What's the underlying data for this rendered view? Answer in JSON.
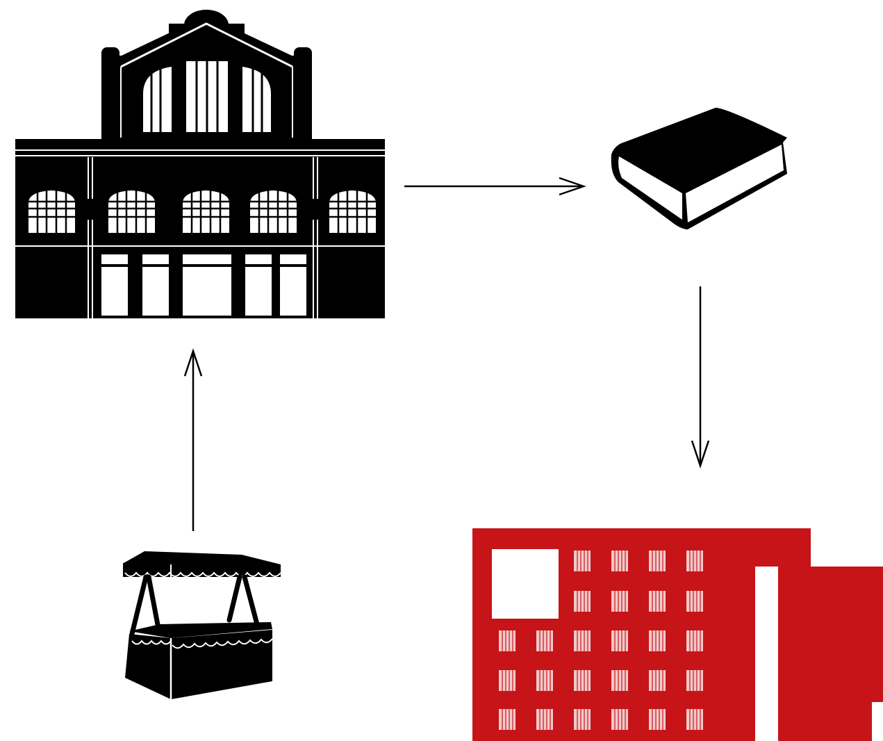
{
  "diagram": {
    "nodes": [
      {
        "id": "market-hall",
        "icon": "market-hall-building-icon"
      },
      {
        "id": "book",
        "icon": "book-icon"
      },
      {
        "id": "office-building",
        "icon": "red-office-building-icon"
      },
      {
        "id": "market-stall",
        "icon": "market-stall-icon"
      }
    ],
    "edges": [
      {
        "from": "market-hall",
        "to": "book",
        "direction": "right"
      },
      {
        "from": "book",
        "to": "office-building",
        "direction": "down"
      },
      {
        "from": "market-stall",
        "to": "market-hall",
        "direction": "up"
      }
    ]
  },
  "colors": {
    "icon": "#000000",
    "building_red": "#c61418",
    "background": "#ffffff"
  }
}
